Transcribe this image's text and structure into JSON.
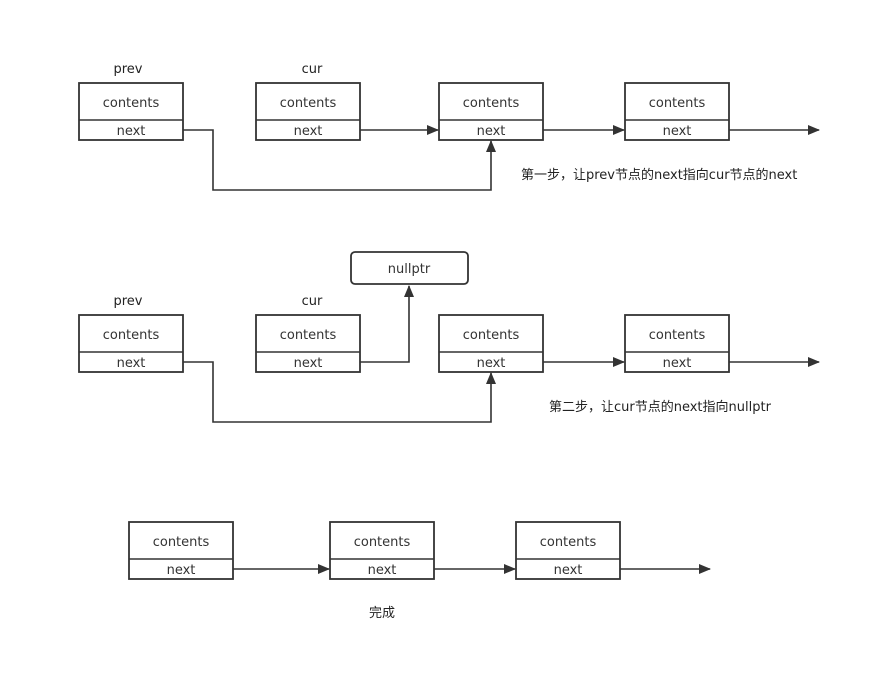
{
  "colors": {
    "stroke": "#333333",
    "text": "#333333",
    "background": "#ffffff"
  },
  "field_labels": {
    "contents": "contents",
    "next": "next"
  },
  "steps": [
    {
      "labels": {
        "prev": "prev",
        "cur": "cur"
      },
      "caption": "第一步，让prev节点的next指向cur节点的next"
    },
    {
      "labels": {
        "prev": "prev",
        "cur": "cur"
      },
      "null_node": "nullptr",
      "caption": "第二步，让cur节点的next指向nullptr"
    },
    {
      "caption": "完成"
    }
  ]
}
